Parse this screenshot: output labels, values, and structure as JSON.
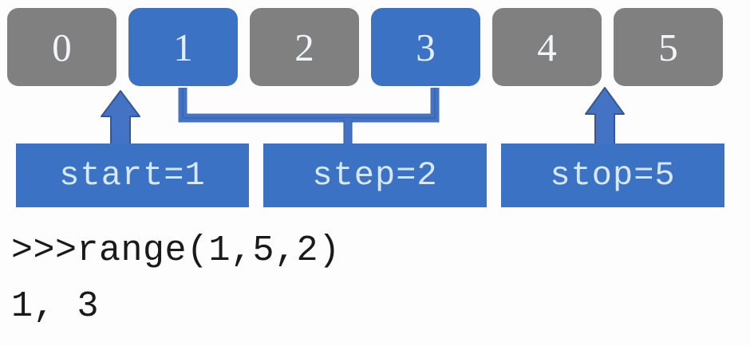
{
  "diagram": {
    "title": "python-range-function-diagram",
    "colors": {
      "gray_box": "#808080",
      "blue_box": "#3C72C4",
      "connector": "#4472C4",
      "box_text": "#F2F6FB",
      "param_text": "#D7E8FA",
      "console_text": "#1A1A1A",
      "background": "#FDFDFD"
    },
    "index_boxes": [
      {
        "label": "0",
        "state": "excluded",
        "color": "gray"
      },
      {
        "label": "1",
        "state": "included",
        "color": "blue"
      },
      {
        "label": "2",
        "state": "excluded",
        "color": "gray"
      },
      {
        "label": "3",
        "state": "included",
        "color": "blue"
      },
      {
        "label": "4",
        "state": "excluded",
        "color": "gray"
      },
      {
        "label": "5",
        "state": "excluded",
        "color": "gray"
      }
    ],
    "param_boxes": [
      {
        "label": "start=1",
        "name": "start",
        "value": "1"
      },
      {
        "label": "step=2",
        "name": "step",
        "value": "2"
      },
      {
        "label": "stop=5",
        "name": "stop",
        "value": "5"
      }
    ],
    "connectors": [
      {
        "name": "start-arrow",
        "kind": "arrow-up",
        "points_to": "0"
      },
      {
        "name": "step-bracket",
        "kind": "bracket",
        "points_to": "1,3"
      },
      {
        "name": "stop-arrow",
        "kind": "arrow-up",
        "points_to": "5"
      }
    ],
    "console": {
      "prompt_line": ">>>range(1,5,2)",
      "output_line": "1, 3"
    }
  }
}
